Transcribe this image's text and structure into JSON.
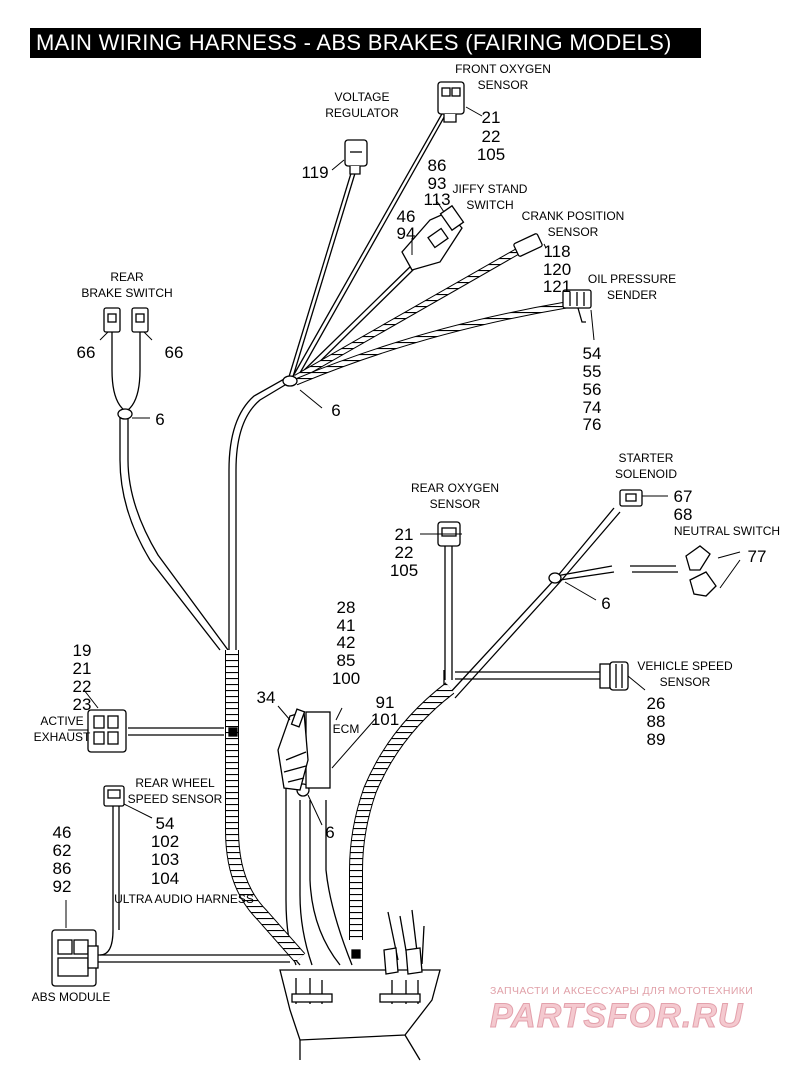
{
  "title": "MAIN WIRING HARNESS - ABS BRAKES (FAIRING MODELS)",
  "callouts": [
    {
      "label": [
        "FRONT OXYGEN",
        "SENSOR"
      ],
      "numbers": [
        "21",
        "22",
        "105"
      ]
    },
    {
      "label": [
        "VOLTAGE",
        "REGULATOR"
      ],
      "numbers": [
        "119"
      ]
    },
    {
      "label": [
        "JIFFY STAND",
        "SWITCH"
      ],
      "numbers": [
        "86",
        "93",
        "113"
      ]
    },
    {
      "label": [],
      "numbers": [
        "46",
        "94"
      ]
    },
    {
      "label": [
        "CRANK POSITION",
        "SENSOR"
      ],
      "numbers": [
        "118",
        "120",
        "121"
      ]
    },
    {
      "label": [
        "OIL PRESSURE",
        "SENDER"
      ],
      "numbers": [
        "54",
        "55",
        "56",
        "74",
        "76"
      ]
    },
    {
      "label": [
        "REAR",
        "BRAKE SWITCH"
      ],
      "numbers": [
        "66",
        "66"
      ]
    },
    {
      "label": [],
      "numbers": [
        "6",
        "6",
        "6",
        "6"
      ]
    },
    {
      "label": [
        "STARTER",
        "SOLENOID"
      ],
      "numbers": [
        "67",
        "68"
      ]
    },
    {
      "label": [
        "NEUTRAL SWITCH"
      ],
      "numbers": [
        "77"
      ]
    },
    {
      "label": [
        "REAR OXYGEN",
        "SENSOR"
      ],
      "numbers": [
        "21",
        "22",
        "105"
      ]
    },
    {
      "label": [
        "ECM"
      ],
      "numbers": [
        "28",
        "41",
        "42",
        "85",
        "100"
      ]
    },
    {
      "label": [],
      "numbers": [
        "91",
        "101"
      ]
    },
    {
      "label": [],
      "numbers": [
        "34"
      ]
    },
    {
      "label": [
        "VEHICLE SPEED",
        "SENSOR"
      ],
      "numbers": [
        "26",
        "88",
        "89"
      ]
    },
    {
      "label": [
        "ACTIVE",
        "EXHAUST"
      ],
      "numbers": [
        "19",
        "21",
        "22",
        "23"
      ]
    },
    {
      "label": [
        "REAR WHEEL",
        "SPEED SENSOR"
      ],
      "numbers": [
        "54",
        "102",
        "103",
        "104"
      ]
    },
    {
      "label": [
        "ABS MODULE"
      ],
      "numbers": [
        "46",
        "62",
        "86",
        "92"
      ]
    },
    {
      "label": [
        "ULTRA AUDIO HARNESS"
      ],
      "numbers": []
    }
  ],
  "watermark": {
    "tagline": "ЗАПЧАСТИ И АКСЕССУАРЫ ДЛЯ МОТОТЕХНИКИ",
    "brand": "PARTSFOR.RU",
    "colors": {
      "fill": "#f4c9cf",
      "stroke": "#e3a1ac"
    }
  },
  "colors": {
    "ink": "#000000",
    "background": "#ffffff"
  }
}
